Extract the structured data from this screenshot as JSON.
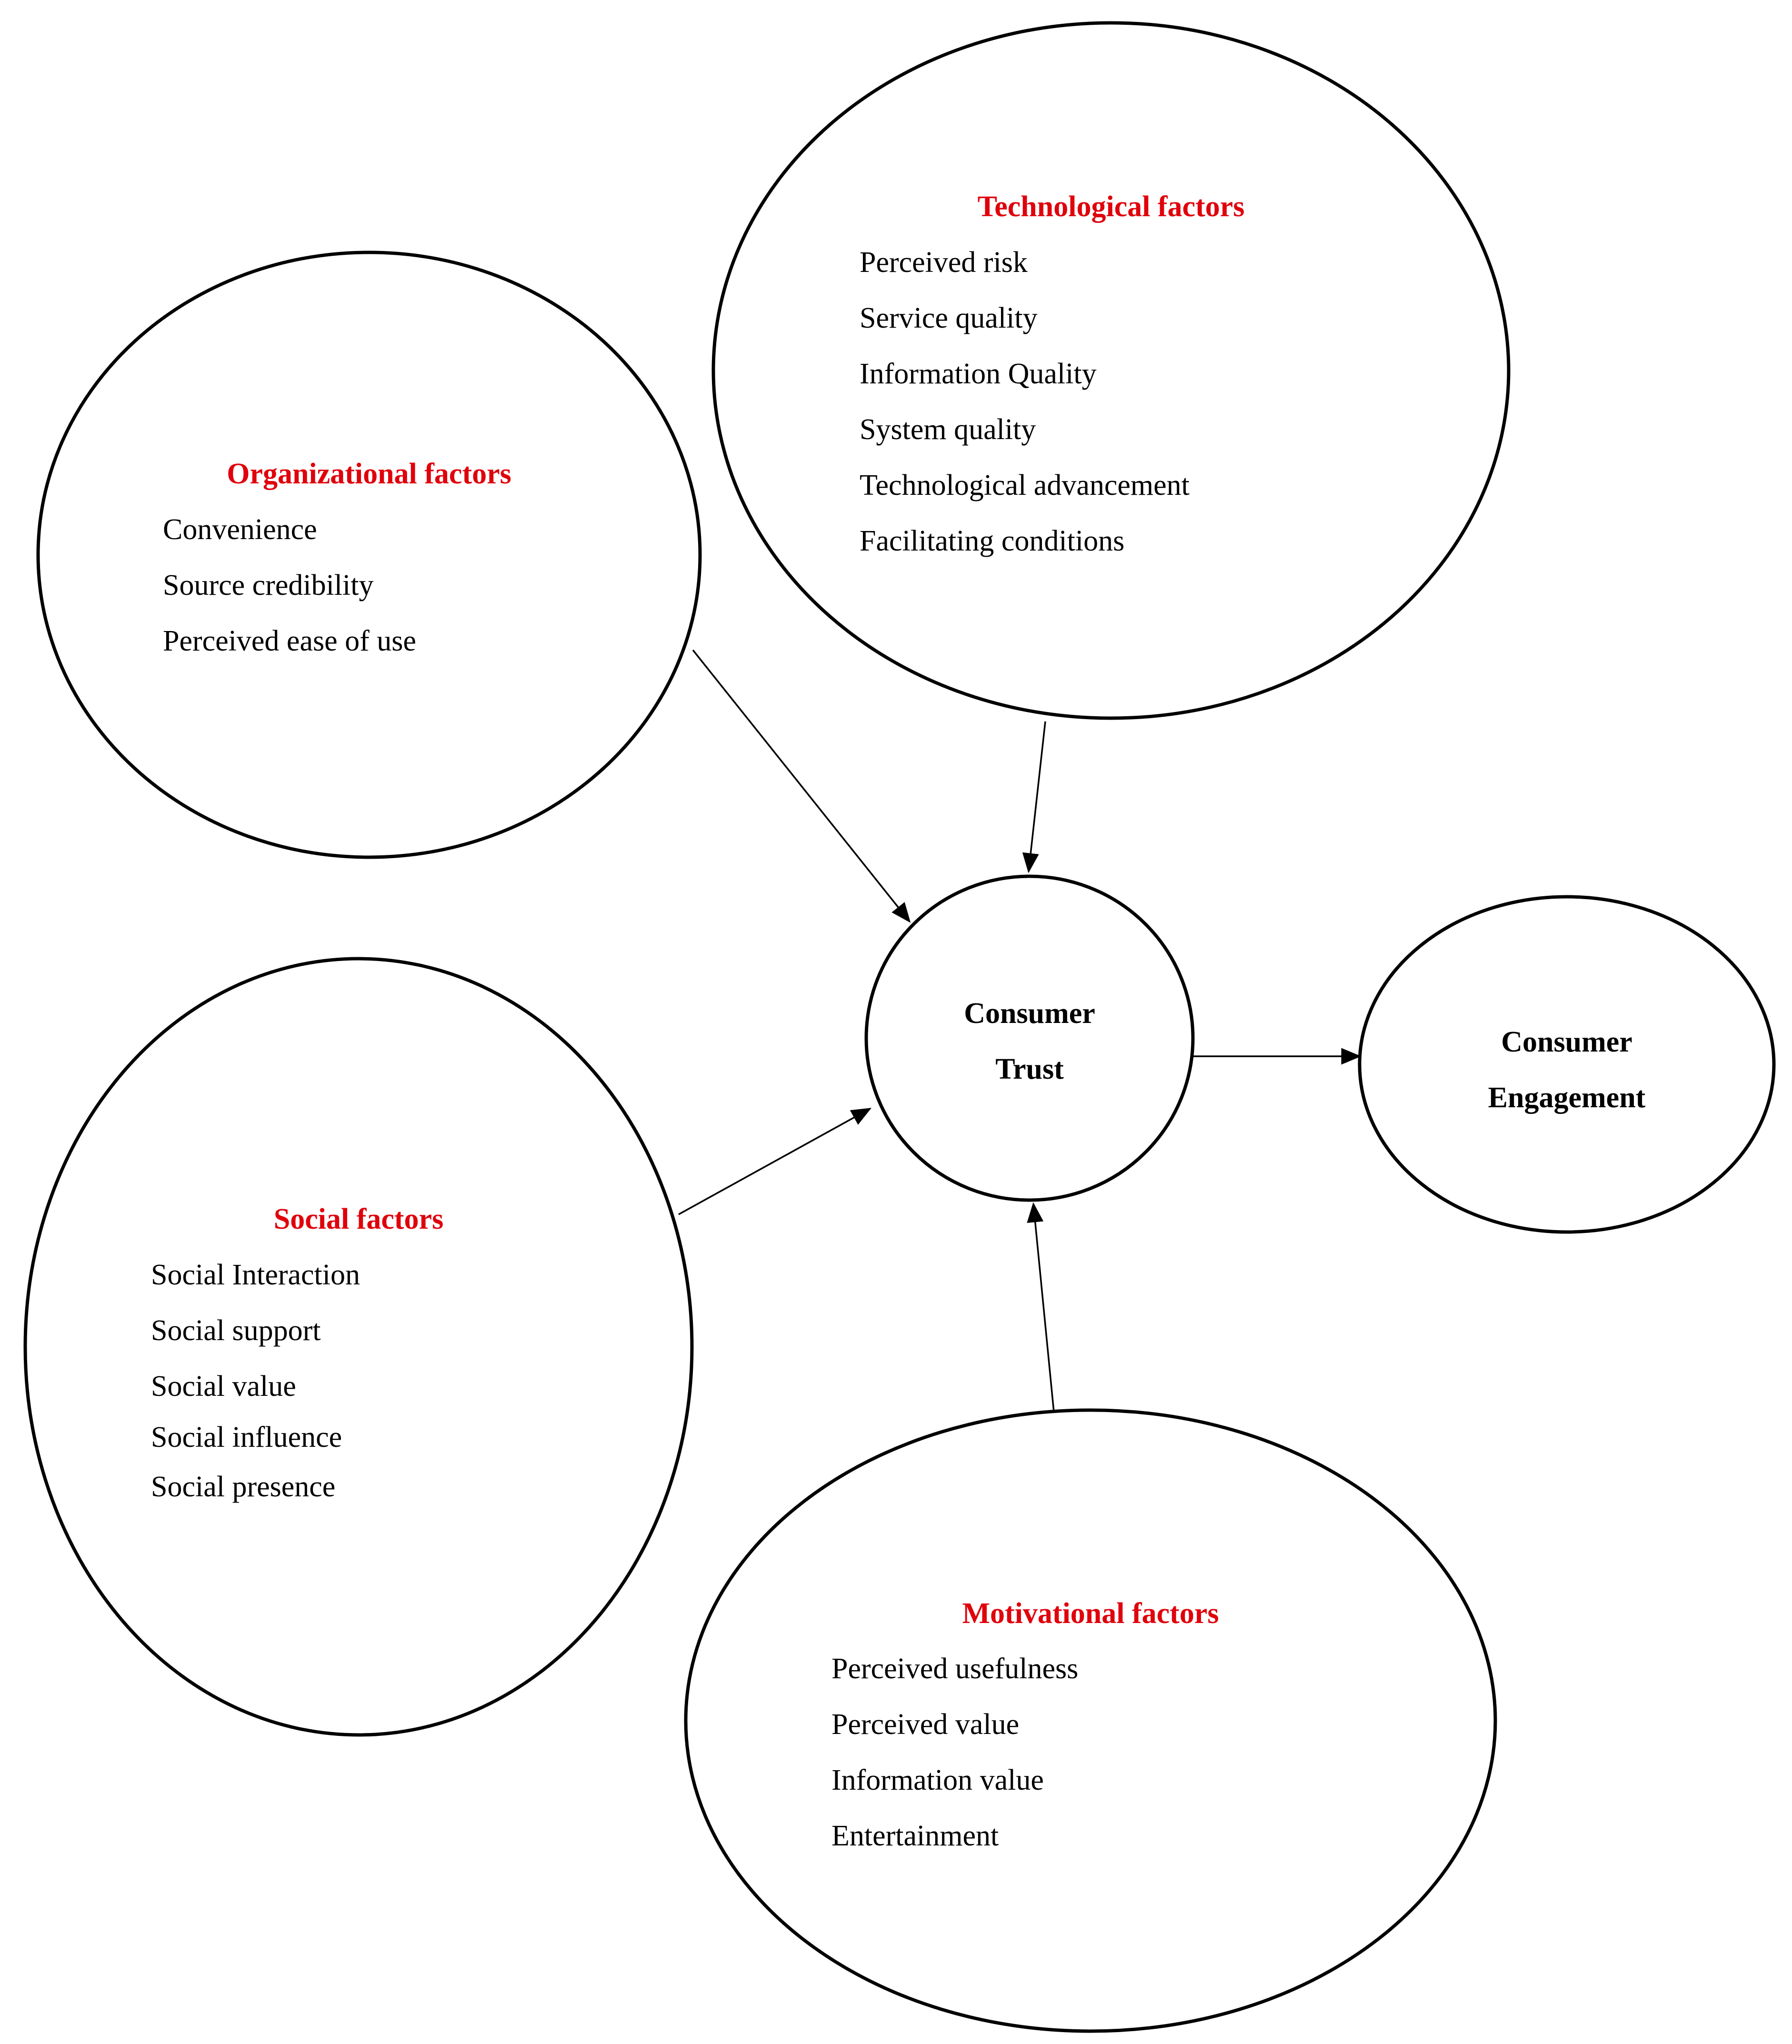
{
  "colors": {
    "heading": "#e0000b",
    "text": "#000000",
    "stroke": "#000000",
    "background": "#ffffff"
  },
  "groups": {
    "organizational": {
      "title": "Organizational factors",
      "items": [
        "Convenience",
        "Source credibility",
        "Perceived ease of use"
      ]
    },
    "technological": {
      "title": "Technological factors",
      "items": [
        "Perceived risk",
        "Service quality",
        "Information Quality",
        "System quality",
        "Technological advancement",
        "Facilitating conditions"
      ]
    },
    "social": {
      "title": "Social factors",
      "items": [
        "Social Interaction",
        "Social support",
        "Social value",
        "Social influence",
        "Social presence"
      ]
    },
    "motivational": {
      "title": "Motivational factors",
      "items": [
        "Perceived usefulness",
        "Perceived value",
        "Information value",
        "Entertainment"
      ]
    }
  },
  "center": {
    "trust": {
      "line1": "Consumer",
      "line2": "Trust"
    },
    "engagement": {
      "line1": "Consumer",
      "line2": "Engagement"
    }
  },
  "edges": [
    {
      "from": "organizational",
      "to": "trust"
    },
    {
      "from": "technological",
      "to": "trust"
    },
    {
      "from": "social",
      "to": "trust"
    },
    {
      "from": "motivational",
      "to": "trust"
    },
    {
      "from": "trust",
      "to": "engagement"
    }
  ]
}
